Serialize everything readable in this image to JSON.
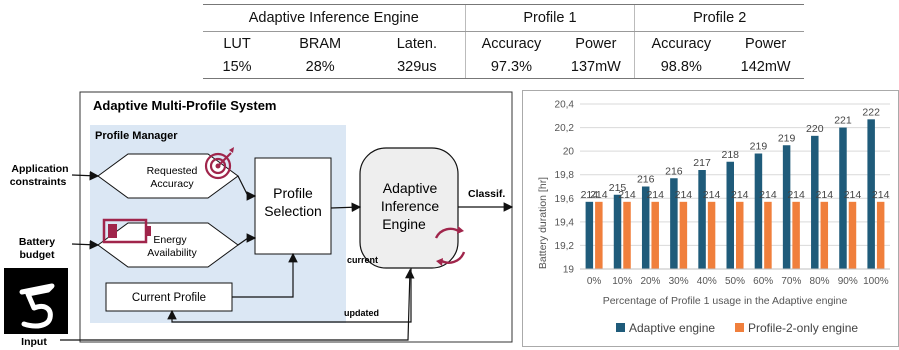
{
  "table": {
    "groups": [
      "Adaptive Inference Engine",
      "Profile 1",
      "Profile 2"
    ],
    "columns": [
      "LUT",
      "BRAM",
      "Laten.",
      "Accuracy",
      "Power",
      "Accuracy",
      "Power"
    ],
    "values": [
      "15%",
      "28%",
      "329us",
      "97.3%",
      "137mW",
      "98.8%",
      "142mW"
    ]
  },
  "diagram": {
    "title": "Adaptive Multi-Profile System",
    "manager_label": "Profile Manager",
    "requested_accuracy": "Requested Accuracy",
    "energy_availability": "Energy Availability",
    "profile_selection": "Profile Selection",
    "current_profile": "Current Profile",
    "engine": "Adaptive Inference Engine",
    "inputs": {
      "app_constraints": "Application constraints",
      "battery_budget": "Battery budget",
      "input": "Input"
    },
    "labels": {
      "classif": "Classif.",
      "current": "current",
      "updated": "updated"
    },
    "icons": [
      "target-icon",
      "battery-icon",
      "cycle-arrows-icon",
      "handwritten-digit-image"
    ]
  },
  "chart_data": {
    "type": "bar",
    "categories": [
      "0%",
      "10%",
      "20%",
      "30%",
      "40%",
      "50%",
      "60%",
      "70%",
      "80%",
      "90%",
      "100%"
    ],
    "series": [
      {
        "name": "Adaptive engine",
        "color": "#1f5b7a",
        "values": [
          19.57,
          19.63,
          19.7,
          19.77,
          19.84,
          19.91,
          19.98,
          20.05,
          20.13,
          20.2,
          20.27
        ],
        "labels": [
          "214",
          "215",
          "216",
          "216",
          "217",
          "218",
          "219",
          "219",
          "220",
          "221",
          "222"
        ]
      },
      {
        "name": "Profile-2-only engine",
        "color": "#f07f3c",
        "values": [
          19.57,
          19.57,
          19.57,
          19.57,
          19.57,
          19.57,
          19.57,
          19.57,
          19.57,
          19.57,
          19.57
        ],
        "labels": [
          "214",
          "214",
          "214",
          "214",
          "214",
          "214",
          "214",
          "214",
          "214",
          "214",
          "214"
        ]
      }
    ],
    "xlabel": "Percentage of Profile 1 usage in the Adaptive engine",
    "ylabel": "Battery duration [hr]",
    "ylim": [
      19,
      20.4
    ],
    "yticks": [
      "19",
      "19,2",
      "19,4",
      "19,6",
      "19,8",
      "20",
      "20,2",
      "20,4"
    ],
    "grid": true,
    "legend": "bottom"
  }
}
